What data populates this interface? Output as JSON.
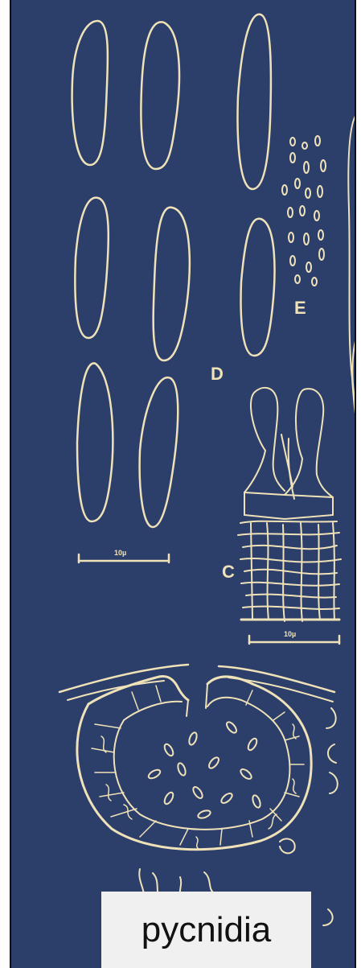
{
  "plate": {
    "background_color": "#2c3e6a",
    "ink_color": "#efe2b8",
    "panel_labels": {
      "d": "D",
      "e": "E",
      "c": "C"
    },
    "scale_bars": {
      "d_scale": "10µ",
      "c_scale": "10µ"
    }
  },
  "caption": {
    "text": "pycnidia",
    "box_color": "#f0f0f0"
  }
}
